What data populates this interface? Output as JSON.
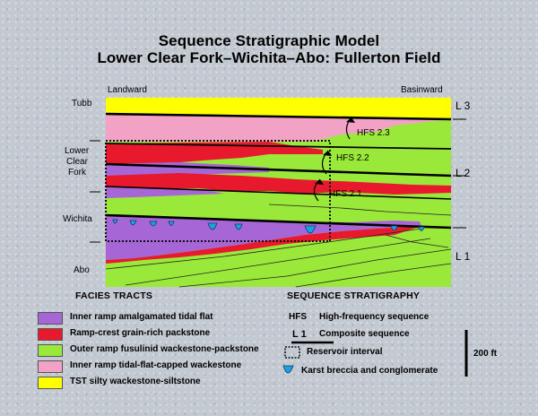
{
  "title_line1": "Sequence Stratigraphic Model",
  "title_line2": "Lower Clear Fork–Wichita–Abo: Fullerton Field",
  "landward": "Landward",
  "basinward": "Basinward",
  "formations": {
    "tubb": "Tubb",
    "lcf1": "Lower",
    "lcf2": "Clear",
    "lcf3": "Fork",
    "wichita": "Wichita",
    "abo": "Abo"
  },
  "sequences": {
    "l3": "L 3",
    "l2": "L 2",
    "l1": "L 1"
  },
  "hfs": {
    "h23": "HFS 2.3",
    "h22": "HFS 2.2",
    "h21": "HFS 2.1"
  },
  "facies_heading": "FACIES TRACTS",
  "facies": [
    {
      "label": "Inner ramp amalgamated tidal flat",
      "color": "#a766d6"
    },
    {
      "label": "Ramp-crest grain-rich packstone",
      "color": "#e8192c"
    },
    {
      "label": "Outer ramp fusulinid wackestone-packstone",
      "color": "#9ae83a"
    },
    {
      "label": "Inner ramp tidal-flat-capped wackestone",
      "color": "#f2a2c4"
    },
    {
      "label": "TST silty wackestone-siltstone",
      "color": "#ffff00"
    }
  ],
  "strat_heading": "SEQUENCE STRATIGRAPHY",
  "strat": {
    "hfs_abbr": "HFS",
    "hfs_desc": "High-frequency sequence",
    "l1_abbr": "L 1",
    "l1_desc": "Composite sequence",
    "reservoir": "Reservoir interval",
    "karst": "Karst breccia and conglomerate"
  },
  "scale": "200 ft",
  "colors": {
    "karst": "#1f9ee0"
  }
}
